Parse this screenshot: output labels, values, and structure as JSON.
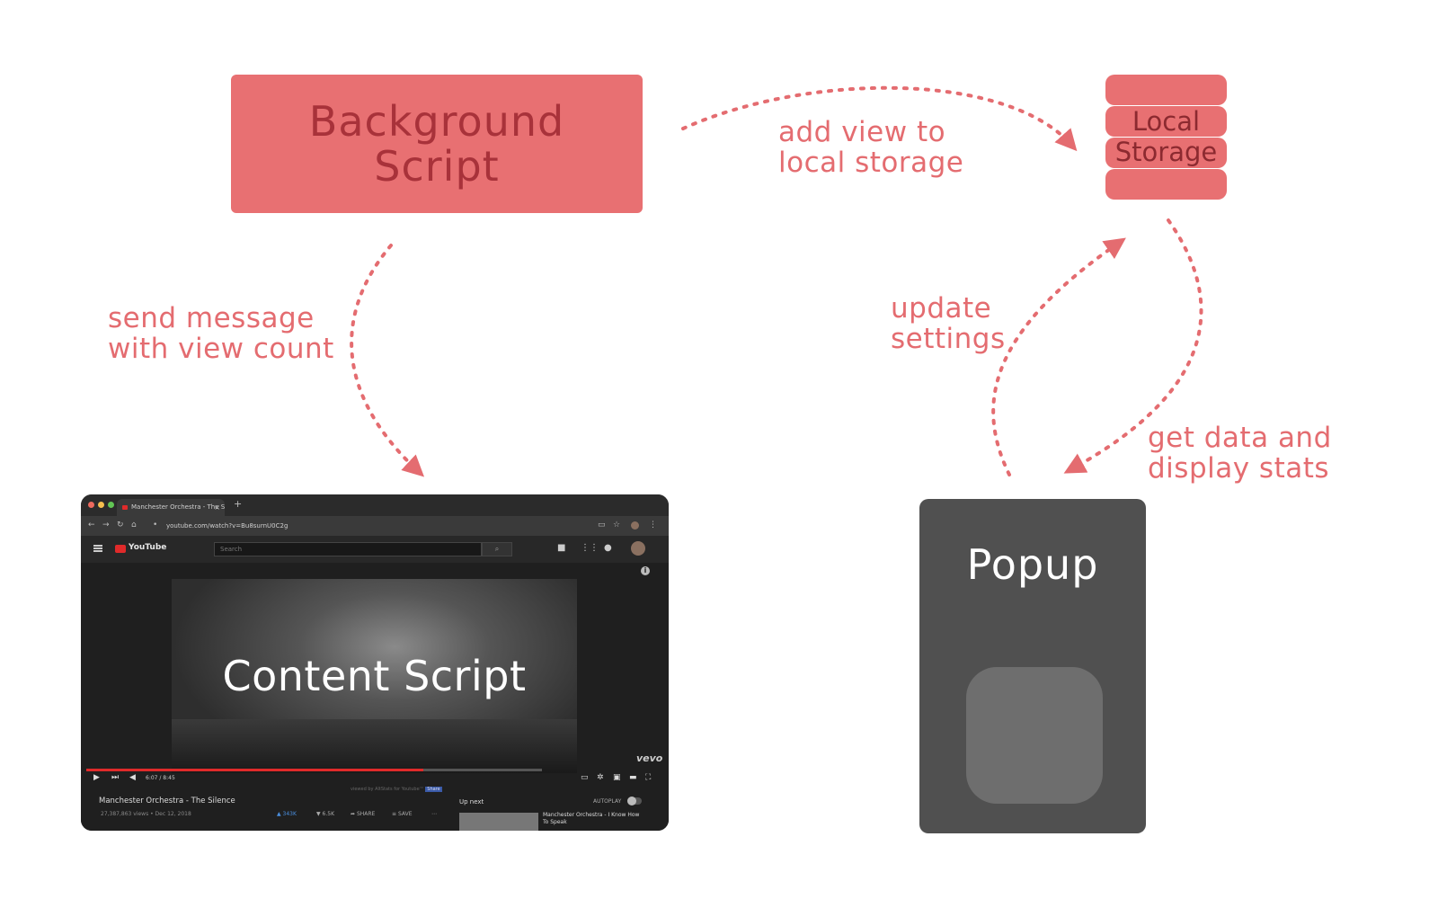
{
  "nodes": {
    "background_script": {
      "line1": "Background",
      "line2": "Script"
    },
    "local_storage": {
      "line1": "Local",
      "line2": "Storage"
    },
    "content_script": {
      "label": "Content Script"
    },
    "popup": {
      "label": "Popup"
    }
  },
  "edges": {
    "add_view": {
      "line1": "add view to",
      "line2": "local storage"
    },
    "send_message": {
      "line1": "send message",
      "line2": "with view count"
    },
    "update_settings": {
      "line1": "update",
      "line2": "settings"
    },
    "get_data": {
      "line1": "get data and",
      "line2": "display stats"
    }
  },
  "browser": {
    "tab_title": "Manchester Orchestra - The Sile",
    "url": "youtube.com/watch?v=Bu8surnU0C2g",
    "brand": "YouTube",
    "search_placeholder": "Search",
    "time": "6:07 / 8:45",
    "video_title": "Manchester Orchestra - The Silence",
    "video_meta": "27,387,863 views • Dec 12, 2018",
    "likes": "343K",
    "dislikes": "6.5K",
    "share": "SHARE",
    "save": "SAVE",
    "up_next": "Up next",
    "autoplay": "AUTOPLAY",
    "next_title": "Manchester Orchestra - I Know How To Speak",
    "watermark": "vevo",
    "attribution": "viewed by AltStats for Youtube™",
    "attribution_badge": "Share",
    "progress_fraction": 0.74
  },
  "colors": {
    "accent": "#e87072",
    "accent_text": "#e46c70",
    "dark_panel": "#505050"
  }
}
